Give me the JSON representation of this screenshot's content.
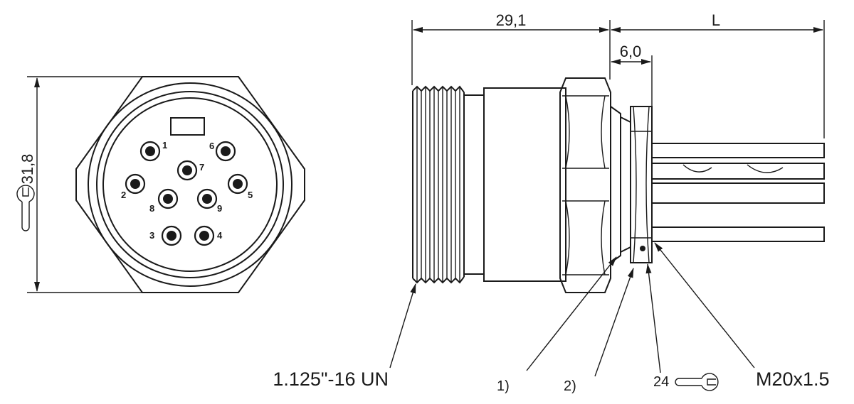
{
  "dimensions": {
    "width_across_flats": "31,8",
    "body_length": "29,1",
    "nut_length": "6,0",
    "cable_length": "L"
  },
  "pins": [
    {
      "label": "1"
    },
    {
      "label": "2"
    },
    {
      "label": "3"
    },
    {
      "label": "4"
    },
    {
      "label": "5"
    },
    {
      "label": "6"
    },
    {
      "label": "7"
    },
    {
      "label": "8"
    },
    {
      "label": "9"
    }
  ],
  "callouts": {
    "thread": "1.125\"-16 UN",
    "note1": "1)",
    "note2": "2)",
    "wrench_size": "24",
    "mount_thread": "M20x1.5"
  },
  "icons": {
    "front_wrench": "wrench-icon",
    "side_wrench": "wrench-icon"
  }
}
